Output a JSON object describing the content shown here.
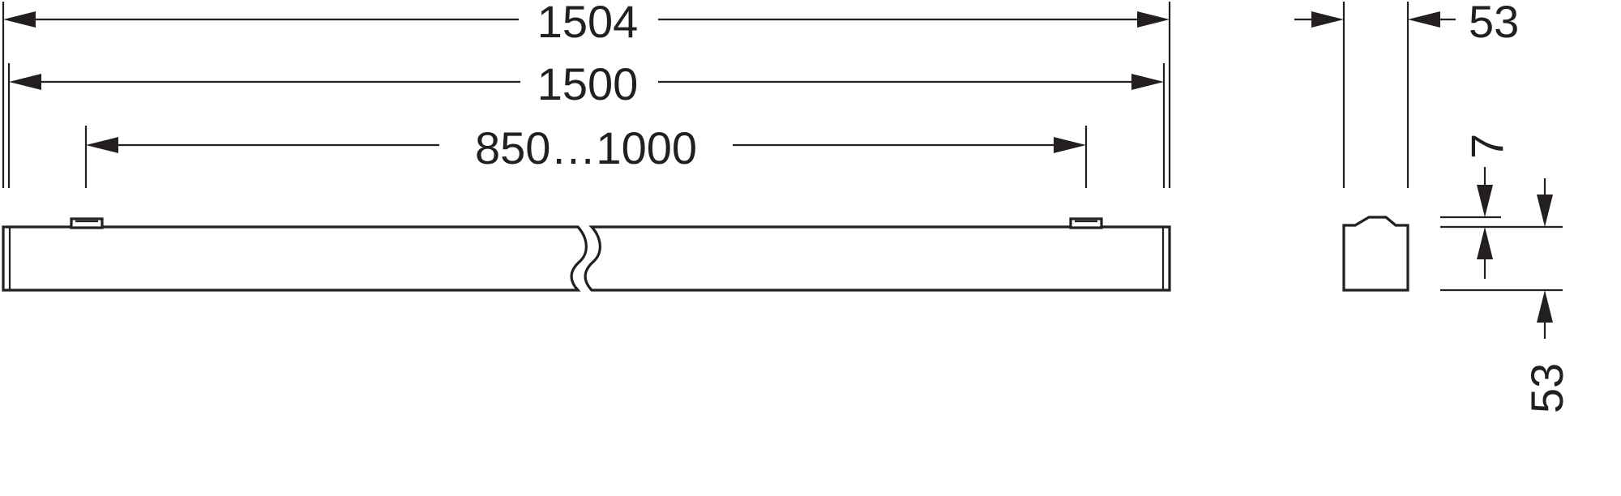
{
  "dimensions": {
    "overall_length": "1504",
    "body_length": "1500",
    "mount_spacing": "850…1000",
    "width": "53",
    "clip_height": "7",
    "body_height": "53"
  },
  "colors": {
    "line": "#231f20",
    "background": "#ffffff"
  }
}
